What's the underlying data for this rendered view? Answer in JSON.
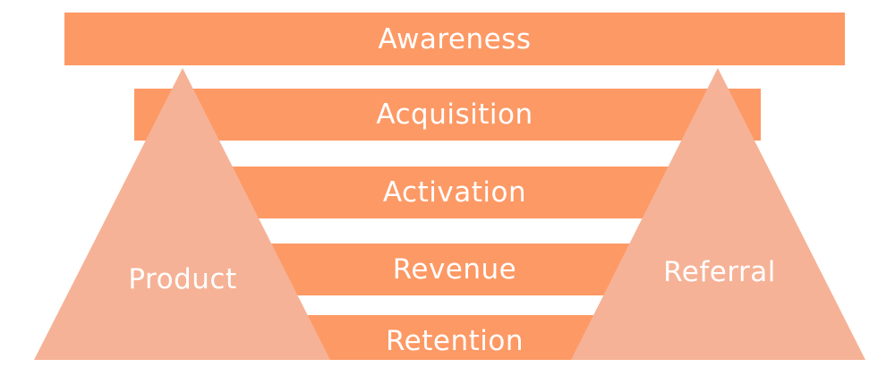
{
  "funnel": {
    "stages": [
      {
        "label": "Awareness"
      },
      {
        "label": "Acquisition"
      },
      {
        "label": "Activation"
      },
      {
        "label": "Revenue"
      },
      {
        "label": "Retention"
      }
    ]
  },
  "sides": {
    "left": {
      "label": "Product"
    },
    "right": {
      "label": "Referral"
    }
  },
  "colors": {
    "bar": "#fd9965",
    "triangle": "#f6b296",
    "text": "#ffffff"
  }
}
